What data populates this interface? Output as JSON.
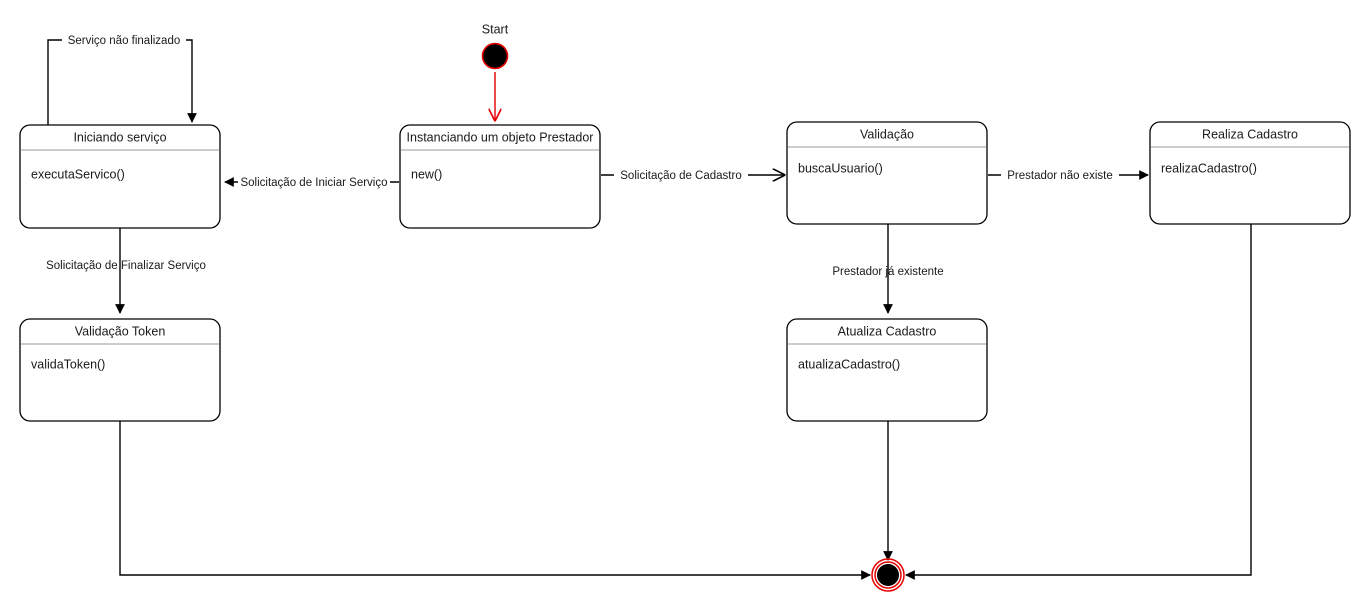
{
  "diagram": {
    "type": "uml-state-diagram",
    "title": "",
    "background_color": "#ffffff",
    "line_color": "#000000",
    "accent_color": "#e60000",
    "divider_color": "#9a9a9a",
    "nodes": {
      "start": {
        "label": "Start",
        "kind": "initial-node",
        "fill": "#000000",
        "ring": "#e60000"
      },
      "end": {
        "label": "",
        "kind": "final-node",
        "fill": "#000000",
        "ring": "#e60000"
      }
    },
    "states": [
      {
        "id": "iniciando-servico",
        "title": "Iniciando serviço",
        "body": "executaServico()"
      },
      {
        "id": "instanciando-prestador",
        "title": "Instanciando um objeto Prestador",
        "body": "new()"
      },
      {
        "id": "validacao",
        "title": "Validação",
        "body": "buscaUsuario()"
      },
      {
        "id": "realiza-cadastro",
        "title": "Realiza Cadastro",
        "body": "realizaCadastro()"
      },
      {
        "id": "validacao-token",
        "title": "Validação Token",
        "body": "validaToken()"
      },
      {
        "id": "atualiza-cadastro",
        "title": "Atualiza Cadastro",
        "body": "atualizaCadastro()"
      }
    ],
    "transitions": [
      {
        "id": "servico-nao-finalizado",
        "label": "Serviço não finalizado",
        "from": "iniciando-servico",
        "to": "iniciando-servico",
        "arrow": "filled"
      },
      {
        "id": "start-to-instanciando",
        "label": "",
        "from": "start",
        "to": "instanciando-prestador",
        "arrow": "open-red"
      },
      {
        "id": "solicitacao-iniciar-servico",
        "label": "Solicitação de Iniciar Serviço",
        "from": "instanciando-prestador",
        "to": "iniciando-servico",
        "arrow": "filled"
      },
      {
        "id": "solicitacao-cadastro",
        "label": "Solicitação de Cadastro",
        "from": "instanciando-prestador",
        "to": "validacao",
        "arrow": "open"
      },
      {
        "id": "prestador-nao-existe",
        "label": "Prestador não existe",
        "from": "validacao",
        "to": "realiza-cadastro",
        "arrow": "filled"
      },
      {
        "id": "prestador-ja-existente",
        "label": "Prestador já existente",
        "from": "validacao",
        "to": "atualiza-cadastro",
        "arrow": "filled"
      },
      {
        "id": "solicitacao-finalizar-servico",
        "label": "Solicitação de Finalizar Serviço",
        "from": "iniciando-servico",
        "to": "validacao-token",
        "arrow": "filled"
      },
      {
        "id": "validacao-token-to-end",
        "label": "",
        "from": "validacao-token",
        "to": "end",
        "arrow": "filled"
      },
      {
        "id": "atualiza-cadastro-to-end",
        "label": "",
        "from": "atualiza-cadastro",
        "to": "end",
        "arrow": "filled"
      },
      {
        "id": "realiza-cadastro-to-end",
        "label": "",
        "from": "realiza-cadastro",
        "to": "end",
        "arrow": "filled"
      }
    ]
  }
}
